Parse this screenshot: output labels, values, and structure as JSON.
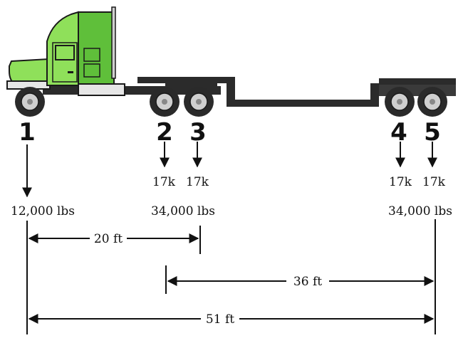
{
  "colors": {
    "cab_light": "#8fe05a",
    "cab_dark": "#5fbf3a",
    "outline": "#1a1a1a",
    "trailer": "#2b2b2b",
    "tire": "#2a2a2a",
    "hub": "#cfcfcf"
  },
  "axles": [
    {
      "number": "1",
      "axle_load": "",
      "group_load": "12,000 lbs"
    },
    {
      "number": "2",
      "axle_load": "17k",
      "group_load": "34,000 lbs"
    },
    {
      "number": "3",
      "axle_load": "17k",
      "group_load": ""
    },
    {
      "number": "4",
      "axle_load": "17k",
      "group_load": "34,000 lbs"
    },
    {
      "number": "5",
      "axle_load": "17k",
      "group_load": ""
    }
  ],
  "dimensions": [
    {
      "label": "20 ft",
      "from_axle": "1",
      "to_axle": "3"
    },
    {
      "label": "36 ft",
      "from_axle": "2",
      "to_axle": "5"
    },
    {
      "label": "51 ft",
      "from_axle": "1",
      "to_axle": "5"
    }
  ]
}
